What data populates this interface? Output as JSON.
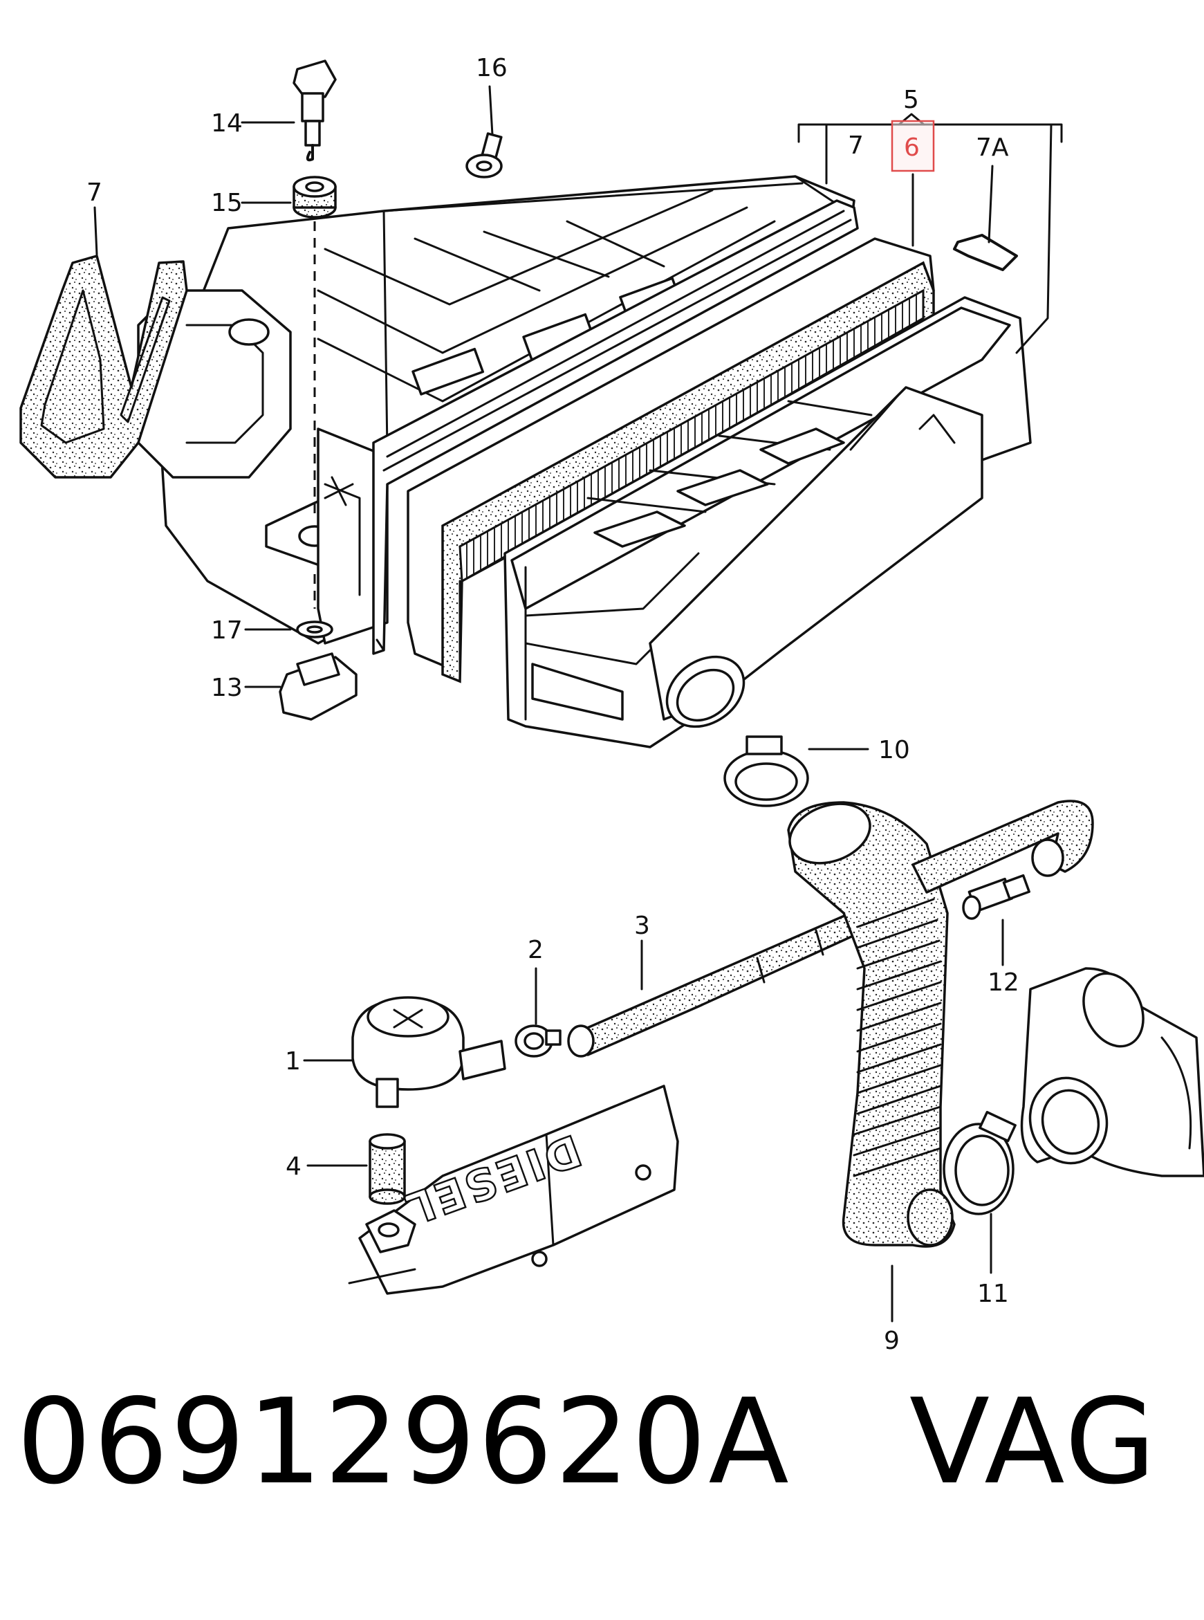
{
  "labels": {
    "p1": "1",
    "p2": "2",
    "p3": "3",
    "p4": "4",
    "p5": "5",
    "p6": "6",
    "p7_left": "7",
    "p7_top": "7",
    "p7a": "7A",
    "p9": "9",
    "p10": "10",
    "p11": "11",
    "p12": "12",
    "p13": "13",
    "p14": "14",
    "p15": "15",
    "p16": "16",
    "p17": "17"
  },
  "embossed_text": "DIESEL",
  "highlight_color": "#e04b4b",
  "caption": {
    "part_number": "069129620A",
    "brand": "VAG"
  }
}
